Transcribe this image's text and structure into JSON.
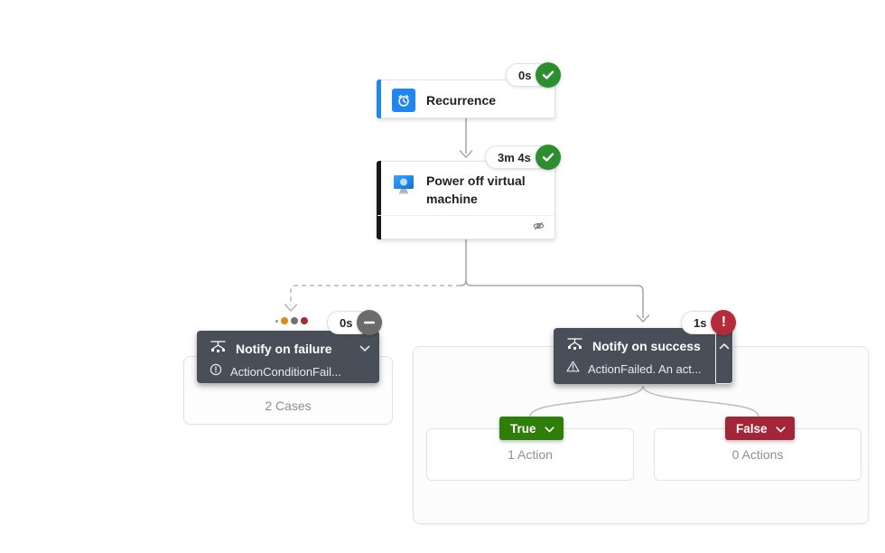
{
  "colors": {
    "accent_blue": "#2186f0",
    "node_dark": "#494f58",
    "success_green": "#2c8e2e",
    "error_red": "#b42c3c",
    "skipped_gray": "#6b6b6b",
    "true_green": "#2f7d0b",
    "false_red": "#a32638",
    "connector_gray": "#a9a9a9",
    "case_dot_orange": "#e0870f",
    "case_dot_gray": "#707070",
    "case_dot_red": "#a52a33"
  },
  "nodes": {
    "recurrence": {
      "title": "Recurrence",
      "duration": "0s"
    },
    "power_off_vm": {
      "title": "Power off virtual machine",
      "duration": "3m 4s"
    },
    "notify_on_failure": {
      "title": "Notify on failure",
      "status_message": "ActionConditionFail...",
      "duration": "0s",
      "body": "2 Cases"
    },
    "notify_on_success": {
      "title": "Notify on success",
      "status_message": "ActionFailed. An act...",
      "duration": "1s",
      "true_branch": {
        "label": "True",
        "body": "1 Action"
      },
      "false_branch": {
        "label": "False",
        "body": "0 Actions"
      }
    }
  }
}
